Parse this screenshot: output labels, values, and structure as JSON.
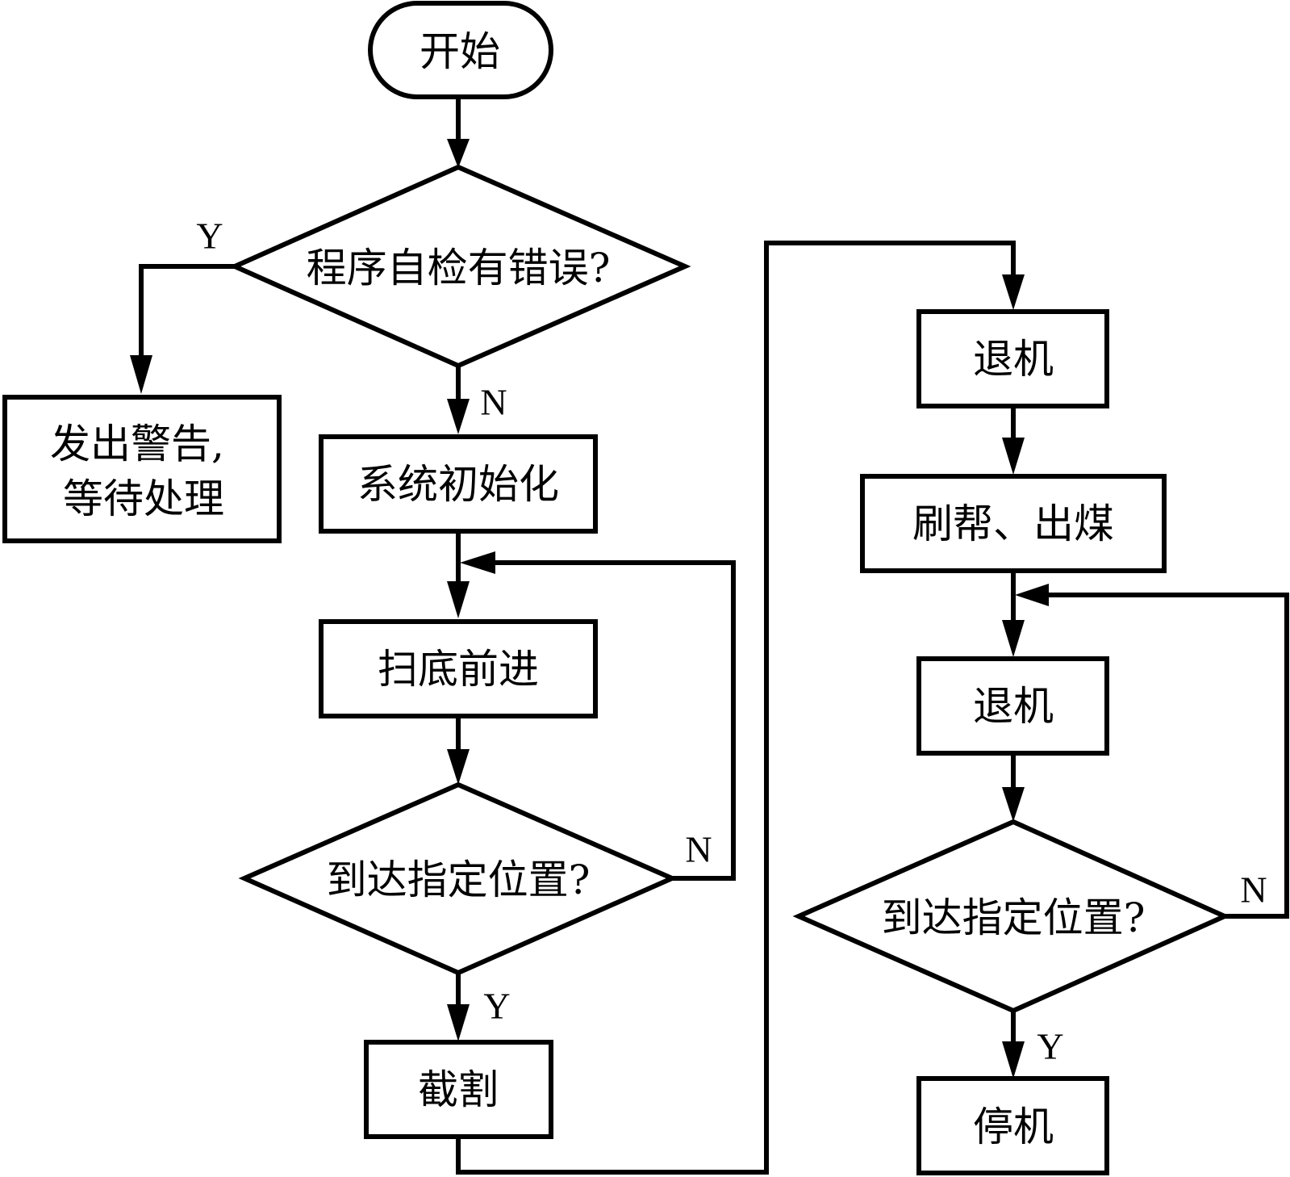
{
  "diagram": {
    "type": "flowchart",
    "nodes": {
      "start": {
        "kind": "terminator",
        "label": "开始"
      },
      "self_check": {
        "kind": "decision",
        "label": "程序自检有错误?"
      },
      "warning": {
        "kind": "process",
        "label_line1": "发出警告,",
        "label_line2": "等待处理"
      },
      "init": {
        "kind": "process",
        "label": "系统初始化"
      },
      "advance": {
        "kind": "process",
        "label": "扫底前进"
      },
      "reach1": {
        "kind": "decision",
        "label": "到达指定位置?"
      },
      "cut": {
        "kind": "process",
        "label": "截割"
      },
      "retreat1": {
        "kind": "process",
        "label": "退机"
      },
      "brush": {
        "kind": "process",
        "label": "刷帮、出煤"
      },
      "retreat2": {
        "kind": "process",
        "label": "退机"
      },
      "reach2": {
        "kind": "decision",
        "label": "到达指定位置?"
      },
      "stop": {
        "kind": "process",
        "label": "停机"
      }
    },
    "edge_labels": {
      "self_check_yes": "Y",
      "self_check_no": "N",
      "reach1_no": "N",
      "reach1_yes": "Y",
      "reach2_no": "N",
      "reach2_yes": "Y"
    },
    "edges": [
      {
        "from": "start",
        "to": "self_check"
      },
      {
        "from": "self_check",
        "to": "warning",
        "label": "Y"
      },
      {
        "from": "self_check",
        "to": "init",
        "label": "N"
      },
      {
        "from": "init",
        "to": "advance"
      },
      {
        "from": "advance",
        "to": "reach1"
      },
      {
        "from": "reach1",
        "to": "advance",
        "label": "N"
      },
      {
        "from": "reach1",
        "to": "cut",
        "label": "Y"
      },
      {
        "from": "cut",
        "to": "retreat1"
      },
      {
        "from": "retreat1",
        "to": "brush"
      },
      {
        "from": "brush",
        "to": "retreat2"
      },
      {
        "from": "retreat2",
        "to": "reach2"
      },
      {
        "from": "reach2",
        "to": "retreat2",
        "label": "N"
      },
      {
        "from": "reach2",
        "to": "stop",
        "label": "Y"
      }
    ]
  }
}
